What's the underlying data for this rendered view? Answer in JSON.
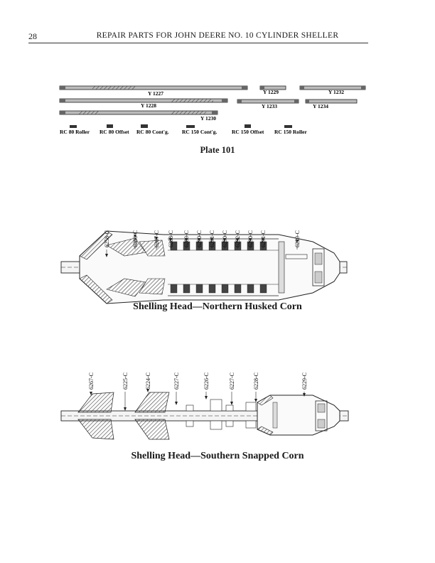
{
  "header": {
    "page_number": "28",
    "running_title": "REPAIR PARTS FOR JOHN DEERE NO. 10 CYLINDER SHELLER"
  },
  "plate": {
    "shafts": [
      {
        "label": "Y 1227"
      },
      {
        "label": "Y 1228"
      },
      {
        "label": "Y 1230"
      },
      {
        "label": "Y 1229"
      },
      {
        "label": "Y 1233"
      },
      {
        "label": "Y 1232"
      },
      {
        "label": "Y 1234"
      }
    ],
    "chain_links": [
      {
        "label": "RC 80 Roller"
      },
      {
        "label": "RC 80 Offset"
      },
      {
        "label": "RC 80 Cont'g."
      },
      {
        "label": "RC 150 Cont'g."
      },
      {
        "label": "RC 150 Offset"
      },
      {
        "label": "RC 150 Roller"
      }
    ],
    "title": "Plate 101"
  },
  "northern_head": {
    "part_labels": [
      "6258-C",
      "6286-C",
      "6287-C",
      "6288-C",
      "6289-C",
      "6290-C",
      "6291-C",
      "6290-C",
      "6292-C",
      "6290-C",
      "6291-C",
      "6229-C"
    ],
    "caption": "Shelling Head—Northern Husked Corn"
  },
  "southern_head": {
    "part_labels": [
      "6267-C",
      "6225-C",
      "6224-C",
      "6227-C",
      "6226-C",
      "6227-C",
      "6228-C",
      "6229-C"
    ],
    "caption": "Shelling Head—Southern Snapped Corn"
  }
}
